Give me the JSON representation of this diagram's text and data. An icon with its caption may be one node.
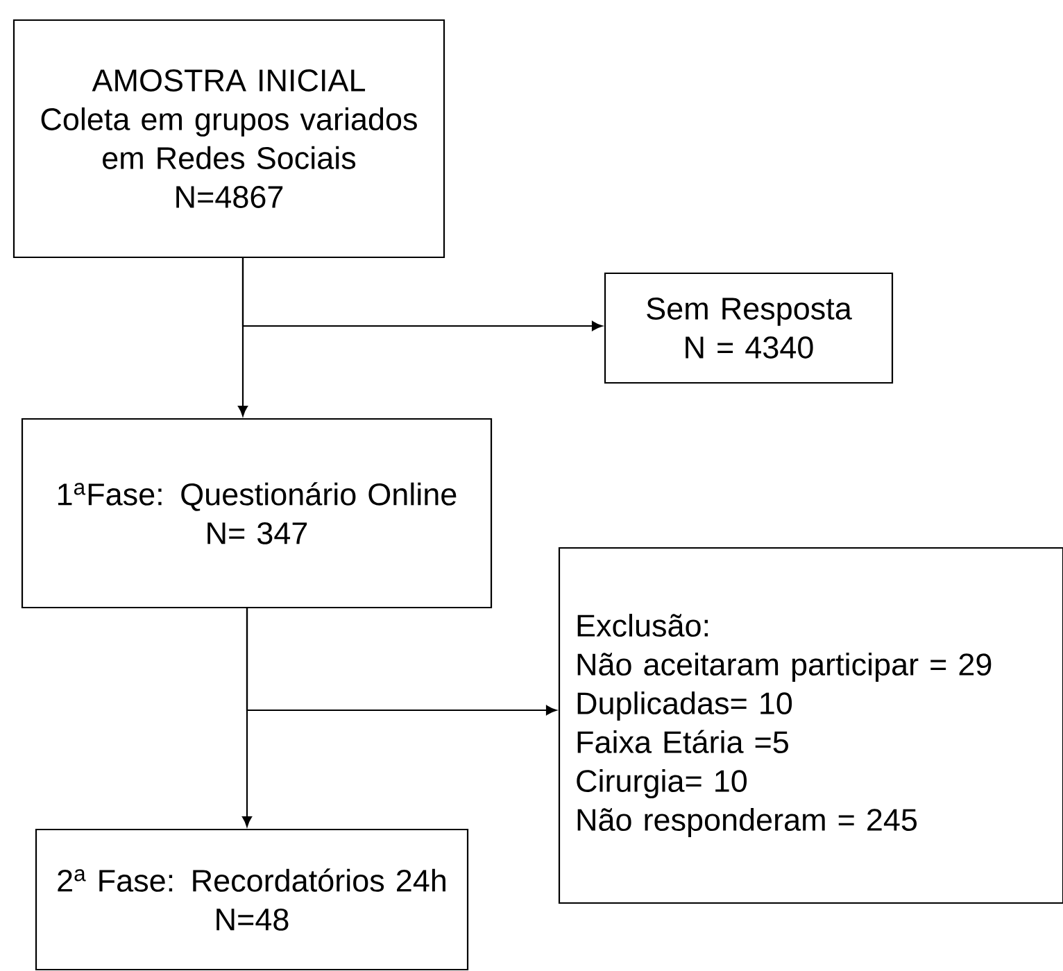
{
  "diagram": {
    "nodes": [
      {
        "text": [
          "AMOSTRA INICIAL",
          "Coleta em grupos variados em Redes Sociais",
          "N=4867"
        ]
      },
      {
        "text": [
          "Sem Resposta",
          "N = 4340"
        ]
      },
      {
        "text": [
          "1$^{a}$Fase: Questionário Online",
          "N= 347"
        ]
      },
      {
        "text": [
          "Exclusão:",
          "Não aceitaram participar = 29",
          "Duplicadas= 10",
          "Faixa Etária =5",
          "Cirurgia= 10",
          "Não responderam = 245"
        ]
      },
      {
        "text": [
          "2$^{a}$ Fase: Recordatórios 24h",
          "N=48"
        ]
      }
    ],
    "edges": [
      {
        "from": 0,
        "to": 2,
        "arrow": "to"
      },
      {
        "from": 0,
        "to": 1,
        "arrow": "to"
      },
      {
        "from": 2,
        "to": 4,
        "arrow": "to"
      },
      {
        "from": 2,
        "to": 3,
        "arrow": "to"
      }
    ]
  }
}
